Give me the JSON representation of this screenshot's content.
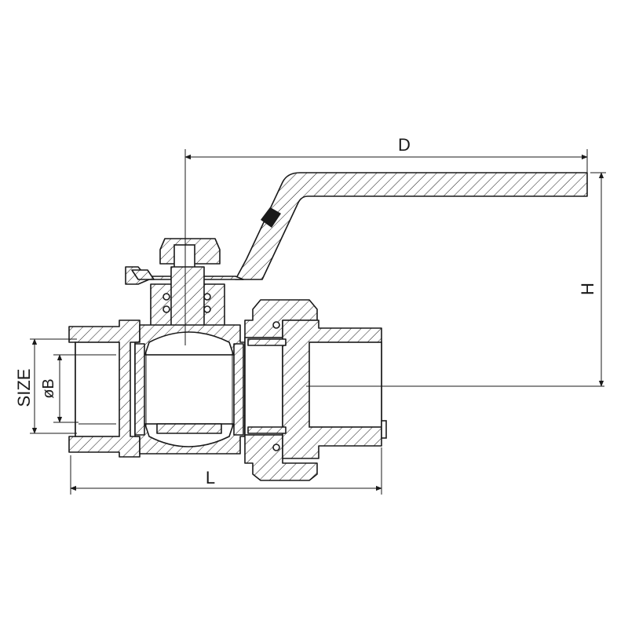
{
  "diagram": {
    "dimensions": {
      "d_label": "D",
      "h_label": "H",
      "l_label": "L",
      "size_label": "SIZE",
      "b_label": "øB"
    },
    "colors": {
      "ink": "#1a1a1a",
      "background": "#ffffff"
    }
  }
}
